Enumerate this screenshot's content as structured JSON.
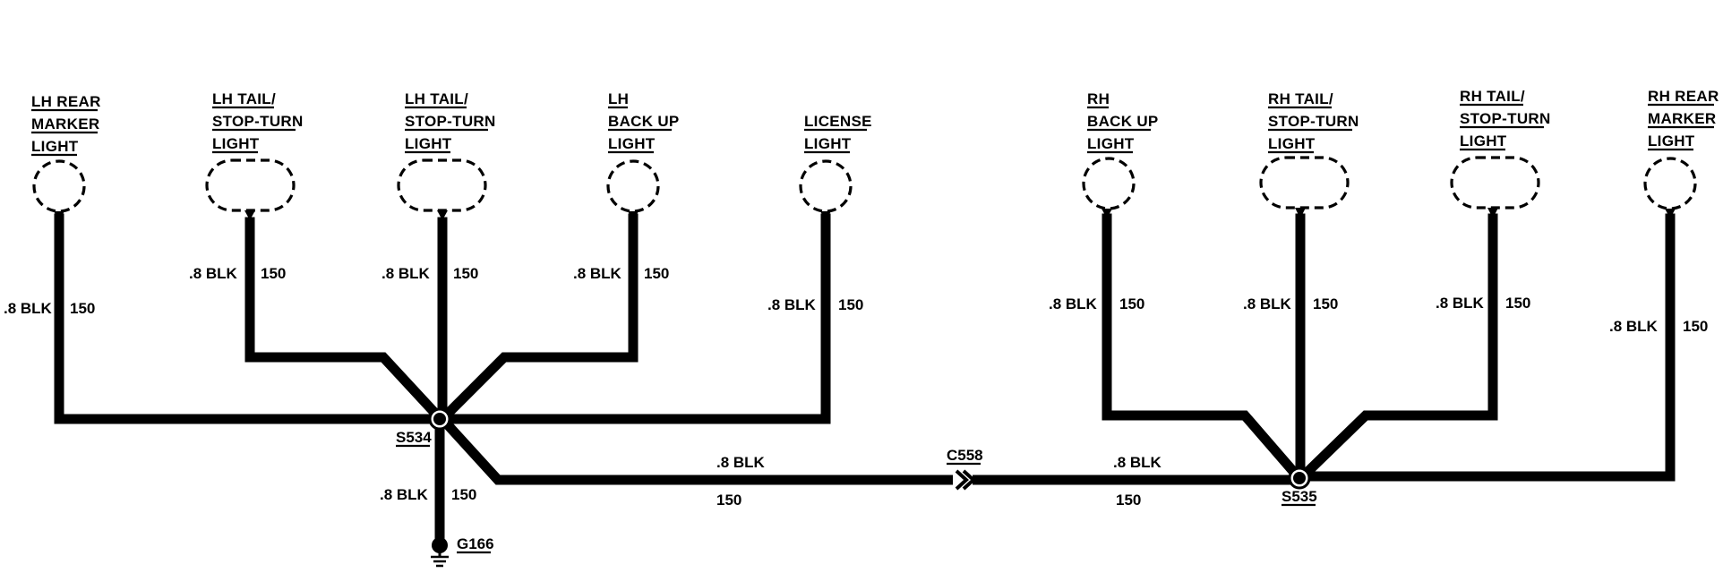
{
  "lights": [
    {
      "id": "lh-rear-marker",
      "lines": [
        "LH REAR",
        "MARKER",
        "LIGHT"
      ],
      "wire_color": ".8 BLK",
      "circuit": "150"
    },
    {
      "id": "lh-tail-stop-turn-1",
      "lines": [
        "LH TAIL/",
        "STOP-TURN",
        "LIGHT"
      ],
      "wire_color": ".8 BLK",
      "circuit": "150"
    },
    {
      "id": "lh-tail-stop-turn-2",
      "lines": [
        "LH TAIL/",
        "STOP-TURN",
        "LIGHT"
      ],
      "wire_color": ".8 BLK",
      "circuit": "150"
    },
    {
      "id": "lh-back-up",
      "lines": [
        "LH",
        "BACK UP",
        "LIGHT"
      ],
      "wire_color": ".8 BLK",
      "circuit": "150"
    },
    {
      "id": "license",
      "lines": [
        "LICENSE",
        "LIGHT"
      ],
      "wire_color": ".8 BLK",
      "circuit": "150"
    },
    {
      "id": "rh-back-up",
      "lines": [
        "RH",
        "BACK UP",
        "LIGHT"
      ],
      "wire_color": ".8 BLK",
      "circuit": "150"
    },
    {
      "id": "rh-tail-stop-turn-1",
      "lines": [
        "RH TAIL/",
        "STOP-TURN",
        "LIGHT"
      ],
      "wire_color": ".8 BLK",
      "circuit": "150"
    },
    {
      "id": "rh-tail-stop-turn-2",
      "lines": [
        "RH TAIL/",
        "STOP-TURN",
        "LIGHT"
      ],
      "wire_color": ".8 BLK",
      "circuit": "150"
    },
    {
      "id": "rh-rear-marker",
      "lines": [
        "RH REAR",
        "MARKER",
        "LIGHT"
      ],
      "wire_color": ".8 BLK",
      "circuit": "150"
    }
  ],
  "splices": {
    "left": "S534",
    "right": "S535"
  },
  "connector": "C558",
  "ground": "G166",
  "trunk": {
    "left_wire_color": ".8 BLK",
    "left_circuit": "150",
    "right_wire_color": ".8 BLK",
    "right_circuit": "150"
  },
  "ground_wire": {
    "wire_color": ".8 BLK",
    "circuit": "150"
  }
}
